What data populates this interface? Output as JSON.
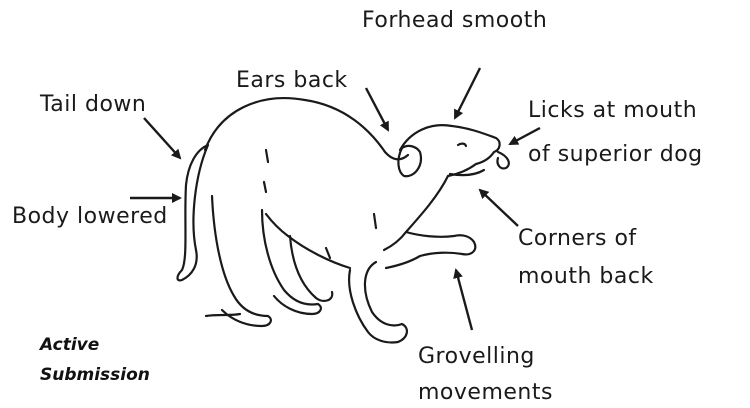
{
  "figure": {
    "title_line1": "Active",
    "title_line2": "Submission"
  },
  "labels": {
    "forhead": "Forhead smooth",
    "ears": "Ears back",
    "tail": "Tail down",
    "licks_line1": "Licks at mouth",
    "licks_line2": "of superior dog",
    "body": "Body lowered",
    "corners_line1": "Corners of",
    "corners_line2": "mouth back",
    "grovelling_line1": "Grovelling",
    "grovelling_line2": "movements"
  },
  "colors": {
    "ink": "#1a1a1a",
    "background": "#ffffff"
  }
}
